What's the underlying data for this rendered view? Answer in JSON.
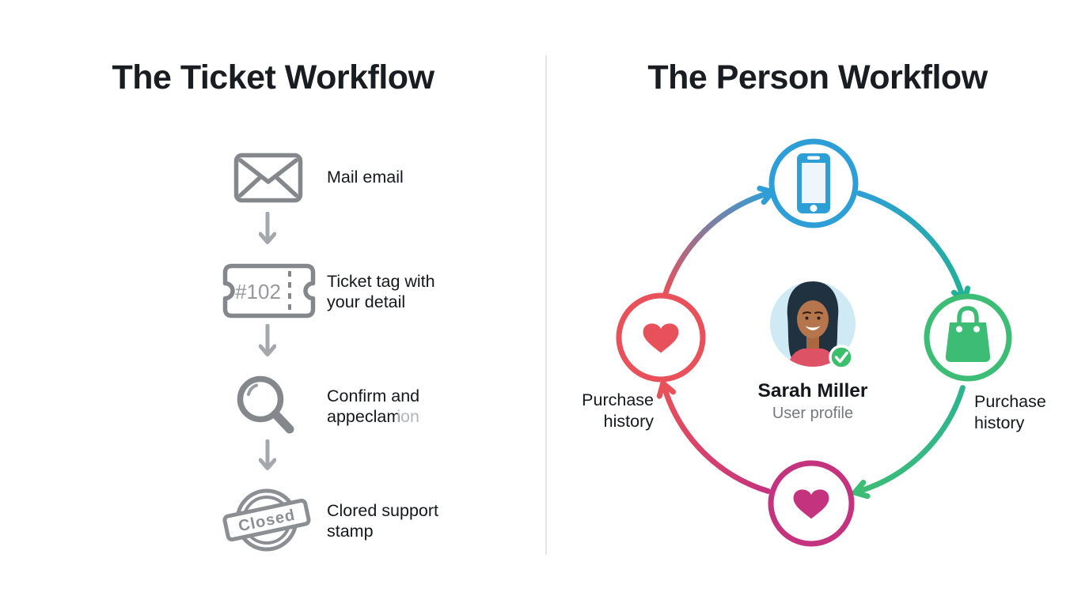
{
  "left_panel": {
    "title": "The Ticket Workflow",
    "steps": [
      {
        "icon": "envelope-icon",
        "label": "Mail email"
      },
      {
        "icon": "ticket-icon",
        "ticket_number": "#102",
        "label_line1": "Ticket tag with",
        "label_line2": "your detail"
      },
      {
        "icon": "magnifier-icon",
        "label_line1": "Confirm and",
        "label_line2": "appeclam",
        "label_line2_ghost": "ion"
      },
      {
        "icon": "stamp-icon",
        "stamp_text": "Closed",
        "label_line1": "Clored support",
        "label_line2": "stamp"
      }
    ]
  },
  "right_panel": {
    "title": "The Person Workflow",
    "profile": {
      "name": "Sarah Miller",
      "subtitle": "User profile"
    },
    "labels": {
      "left": {
        "line1": "Purchase",
        "line2": "history"
      },
      "right": {
        "line1": "Purchase",
        "line2": "history"
      }
    },
    "nodes": [
      {
        "name": "smartphone",
        "color": "#2e9fd6"
      },
      {
        "name": "shopping-bag",
        "color": "#3cbc74"
      },
      {
        "name": "heart-bottom",
        "color": "#c4337e"
      },
      {
        "name": "heart-left",
        "color": "#e8515a"
      }
    ]
  },
  "colors": {
    "blue": "#2e9fd6",
    "green": "#3cbc74",
    "teal": "#23b095",
    "magenta": "#c4337e",
    "red": "#e8515a",
    "icon_gray": "#84878b",
    "arrow_gray": "#a4a7ab",
    "text_dark": "#15181c",
    "text_muted": "#75797e",
    "ghost_text": "#b4b7ba",
    "avatar_bg": "#cfe9f5",
    "check_green": "#3cbf6d"
  }
}
